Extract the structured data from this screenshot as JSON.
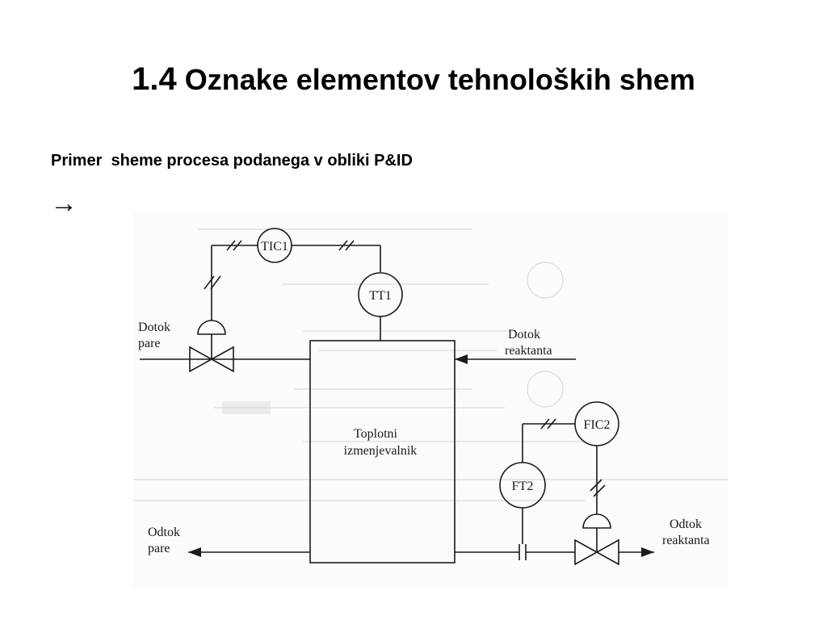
{
  "slide": {
    "title_number": "1.4",
    "title_text": "Oznake elementov tehnoloških shem",
    "subtitle": "Primer  sheme procesa podanega v obliki P&ID",
    "arrow": "→"
  },
  "diagram": {
    "instruments": {
      "tic1": "TIC1",
      "tt1": "TT1",
      "fic2": "FIC2",
      "ft2": "FT2"
    },
    "vessel": {
      "line1": "Toplotni",
      "line2": "izmenjevalnik"
    },
    "streams": {
      "steam_in_1": "Dotok",
      "steam_in_2": "pare",
      "reactant_in_1": "Dotok",
      "reactant_in_2": "reaktanta",
      "steam_out_1": "Odtok",
      "steam_out_2": "pare",
      "reactant_out_1": "Odtok",
      "reactant_out_2": "reaktanta"
    }
  }
}
